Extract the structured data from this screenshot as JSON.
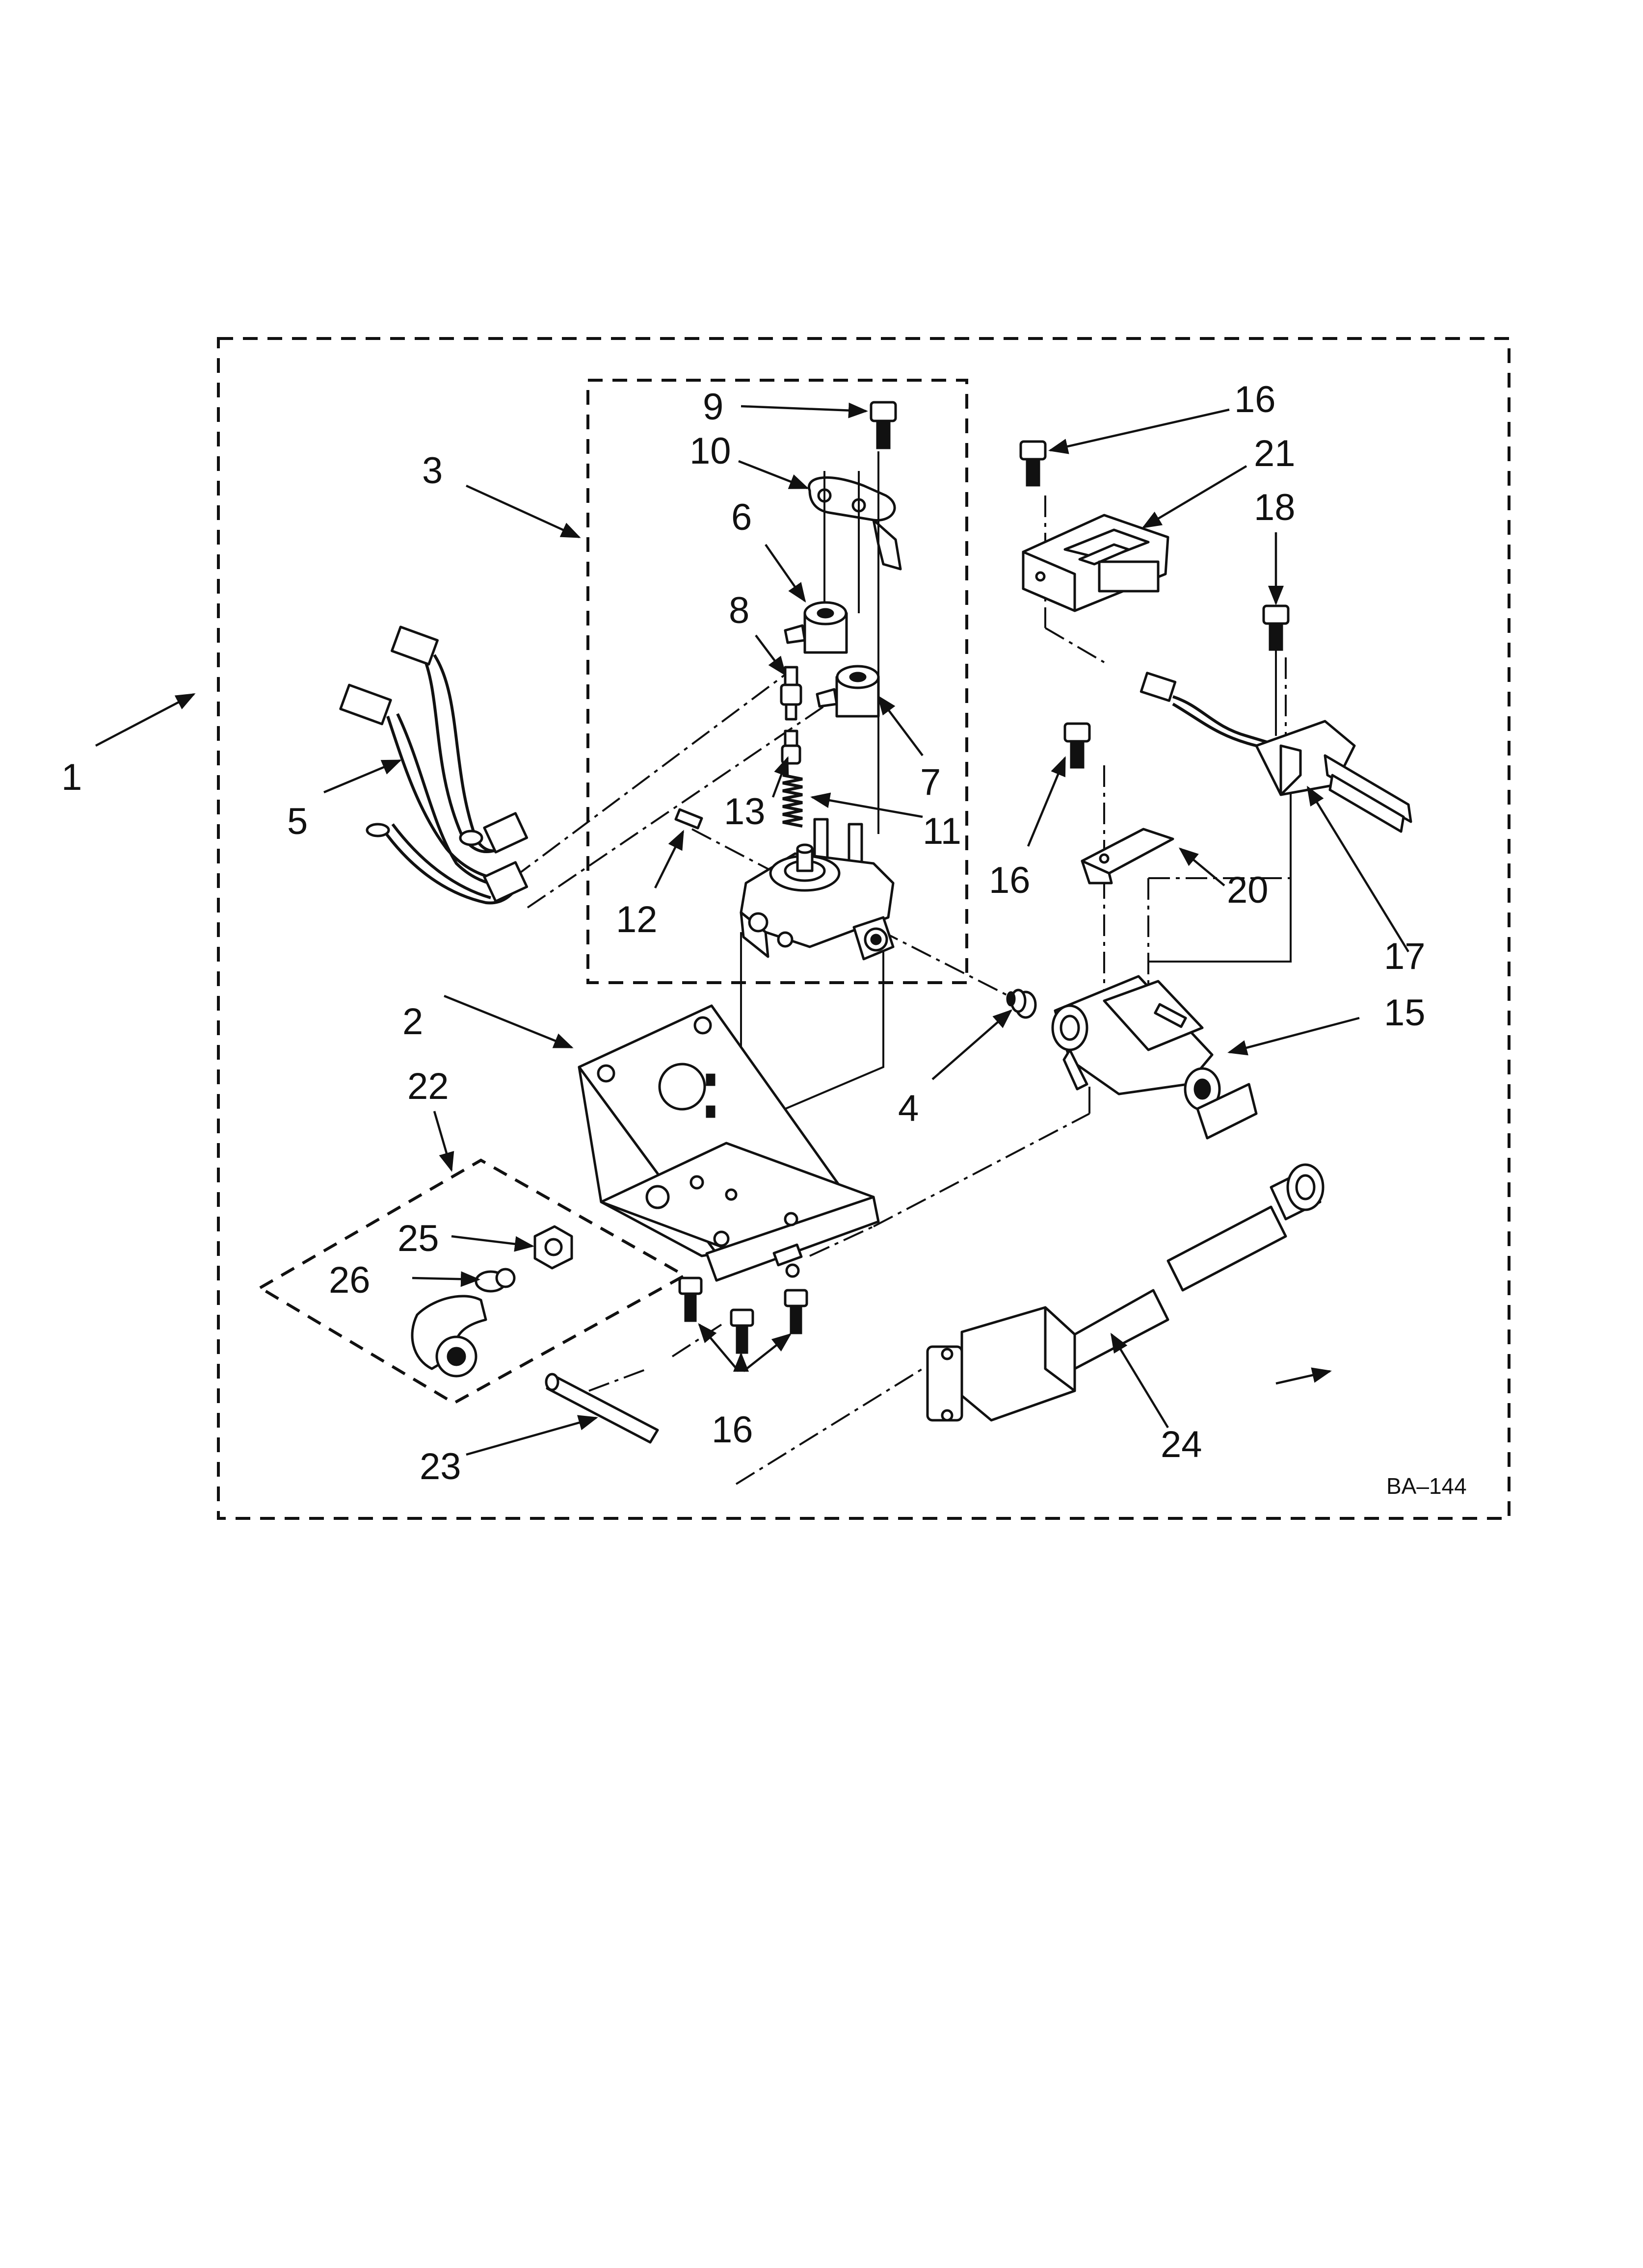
{
  "diagram": {
    "drawing_code": "BA–144",
    "callouts": [
      {
        "id": "1",
        "label": "1"
      },
      {
        "id": "2",
        "label": "2"
      },
      {
        "id": "3",
        "label": "3"
      },
      {
        "id": "4",
        "label": "4"
      },
      {
        "id": "5",
        "label": "5"
      },
      {
        "id": "6",
        "label": "6"
      },
      {
        "id": "7",
        "label": "7"
      },
      {
        "id": "8",
        "label": "8"
      },
      {
        "id": "9",
        "label": "9"
      },
      {
        "id": "10",
        "label": "10"
      },
      {
        "id": "11",
        "label": "11"
      },
      {
        "id": "12",
        "label": "12"
      },
      {
        "id": "13",
        "label": "13"
      },
      {
        "id": "15",
        "label": "15"
      },
      {
        "id": "16a",
        "label": "16"
      },
      {
        "id": "16b",
        "label": "16"
      },
      {
        "id": "16c",
        "label": "16"
      },
      {
        "id": "17",
        "label": "17"
      },
      {
        "id": "18",
        "label": "18"
      },
      {
        "id": "20",
        "label": "20"
      },
      {
        "id": "21",
        "label": "21"
      },
      {
        "id": "22",
        "label": "22"
      },
      {
        "id": "23",
        "label": "23"
      },
      {
        "id": "24",
        "label": "24"
      },
      {
        "id": "25",
        "label": "25"
      },
      {
        "id": "26",
        "label": "26"
      }
    ]
  }
}
